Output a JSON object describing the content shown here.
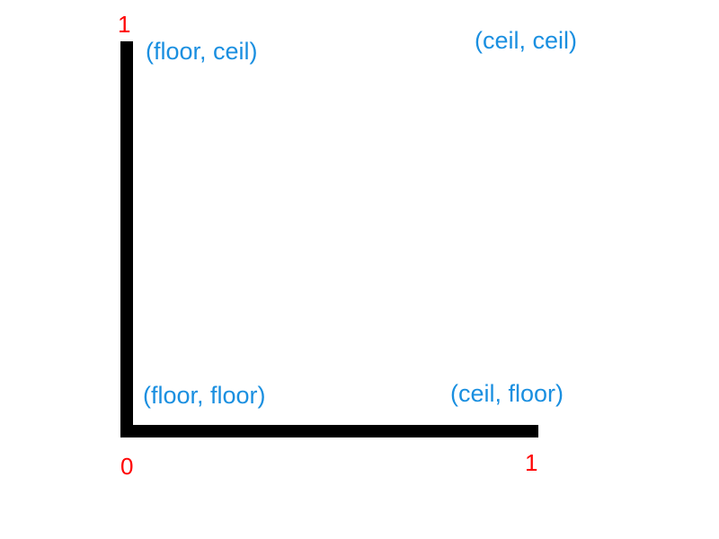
{
  "axes": {
    "y_top_label": "1",
    "origin_label": "0",
    "x_right_label": "1"
  },
  "corners": {
    "top_left": "(floor, ceil)",
    "top_right": "(ceil, ceil)",
    "bottom_left": "(floor, floor)",
    "bottom_right": "(ceil, floor)"
  },
  "colors": {
    "axis": "#000000",
    "tick_label": "#ff0000",
    "corner_label": "#1a8fe0"
  }
}
